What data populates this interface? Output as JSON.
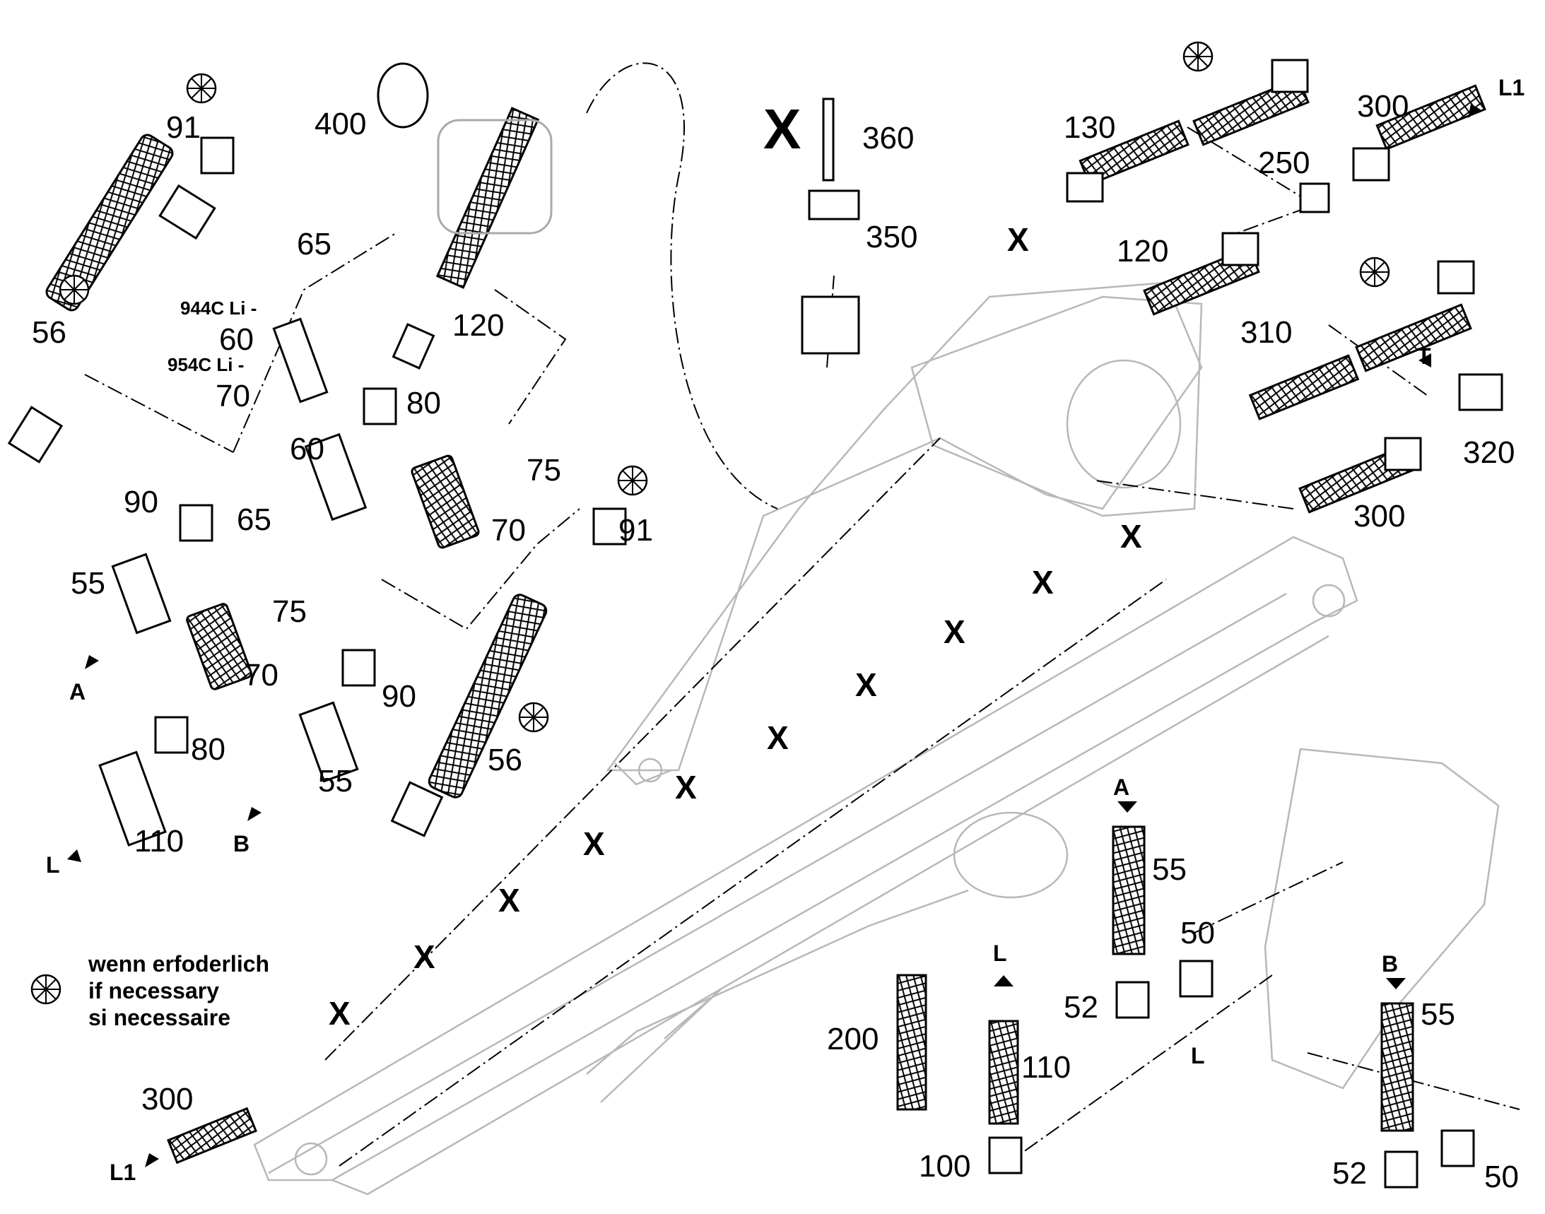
{
  "legend": {
    "line1": "wenn erfoderlich",
    "line2": "if necessary",
    "line3": "si necessaire",
    "symbol": "circle-with-cross-icon"
  },
  "callouts": {
    "c400": "400",
    "c91a": "91",
    "c56a": "56",
    "c65a": "65",
    "c944": "944C Li -",
    "c60a": "60",
    "c954": "954C Li -",
    "c70a": "70",
    "c120a": "120",
    "c80a": "80",
    "c90a": "90",
    "c60b": "60",
    "c65b": "65",
    "c75a": "75",
    "c70b": "70",
    "c55a": "55",
    "c75b": "75",
    "c70c": "70",
    "c91b": "91",
    "c80b": "80",
    "c90b": "90",
    "c55b": "55",
    "c56b": "56",
    "c110a": "110",
    "c360": "360",
    "c350": "350",
    "c130": "130",
    "c250": "250",
    "c300a": "300",
    "c120b": "120",
    "c310": "310",
    "c320": "320",
    "c300b": "300",
    "c55c": "55",
    "c50a": "50",
    "c52a": "52",
    "c200": "200",
    "c110b": "110",
    "c100": "100",
    "c55d": "55",
    "c52b": "52",
    "c50b": "50",
    "c300c": "300"
  },
  "ports": {
    "A1": "A",
    "B1": "B",
    "L1": "L",
    "L1top": "L1",
    "T": "T",
    "A2": "A",
    "L2": "L",
    "B2": "B",
    "L3": "L",
    "L1bot": "L1"
  },
  "clamp_marker": "X"
}
